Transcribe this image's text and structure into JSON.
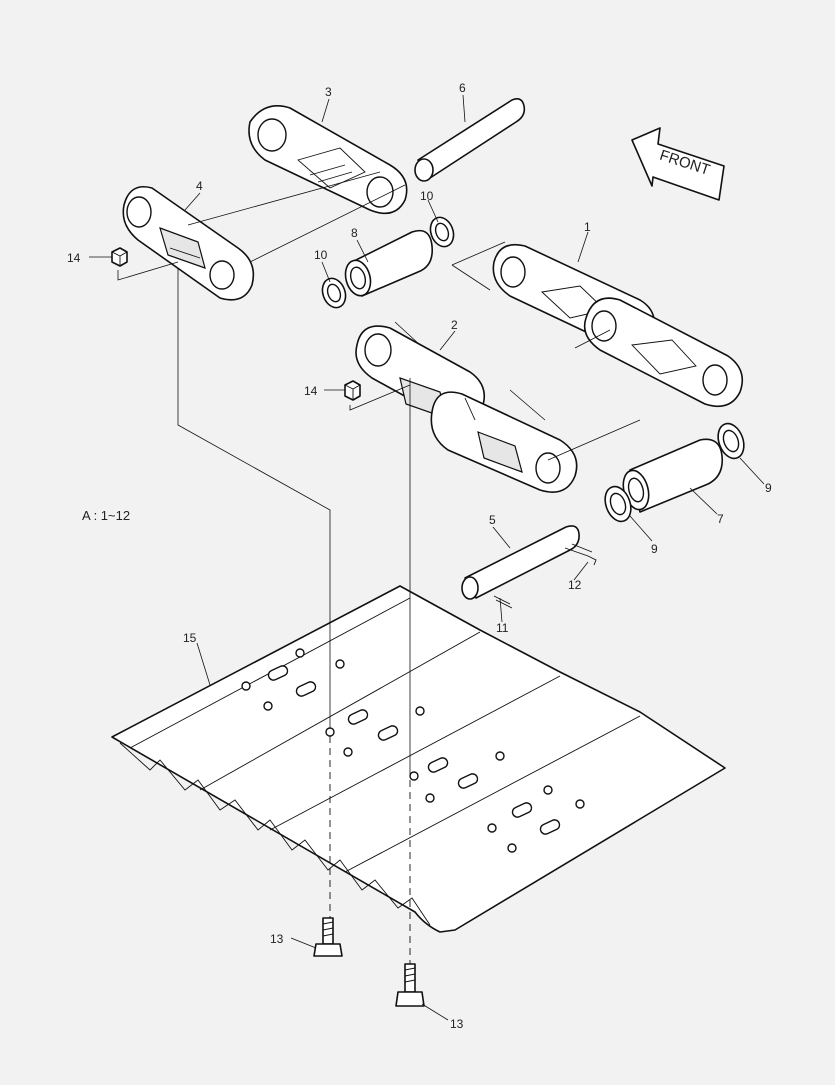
{
  "diagram": {
    "note": "A : 1~12",
    "front_label": "FRONT",
    "callouts": {
      "c1": "1",
      "c2": "2",
      "c3": "3",
      "c4": "4",
      "c5": "5",
      "c6": "6",
      "c7": "7",
      "c8": "8",
      "c9a": "9",
      "c9b": "9",
      "c10a": "10",
      "c10b": "10",
      "c11": "11",
      "c12": "12",
      "c13a": "13",
      "c13b": "13",
      "c14a": "14",
      "c14b": "14",
      "c15": "15"
    }
  }
}
